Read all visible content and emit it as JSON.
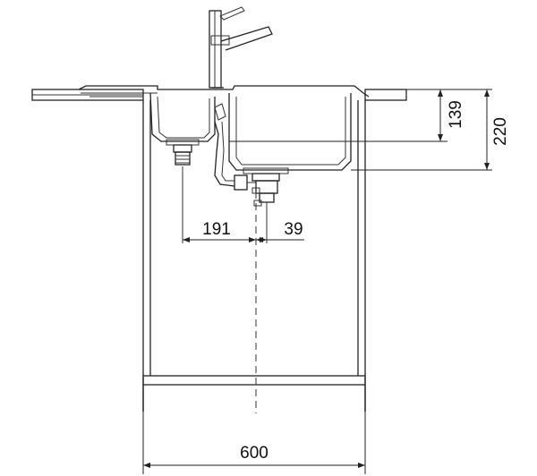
{
  "dimensions": {
    "basin_depth": "139",
    "overall_depth": "220",
    "drain_spacing": "191",
    "drain_offset": "39",
    "cabinet_width": "600"
  }
}
